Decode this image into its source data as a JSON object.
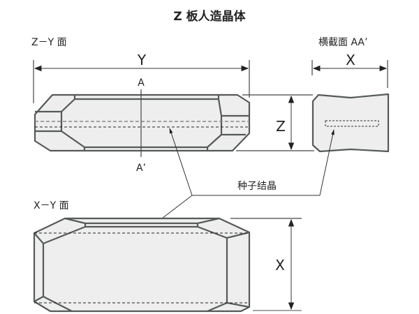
{
  "title": "Z 板人造晶体",
  "views": {
    "zy_face": {
      "label": "Z－Y 面",
      "dimension_label": "Y",
      "height_label": "Z",
      "section_top": "A",
      "section_bottom": "A’"
    },
    "cross_section": {
      "label": "横截面 AA’",
      "dimension_label": "X"
    },
    "xy_face": {
      "label": "X－Y 面",
      "dimension_label": "X"
    }
  },
  "callout": {
    "label": "种子结晶"
  },
  "colors": {
    "crystal_fill": "#edeeed",
    "outline": "#555a59",
    "text": "#222222"
  }
}
